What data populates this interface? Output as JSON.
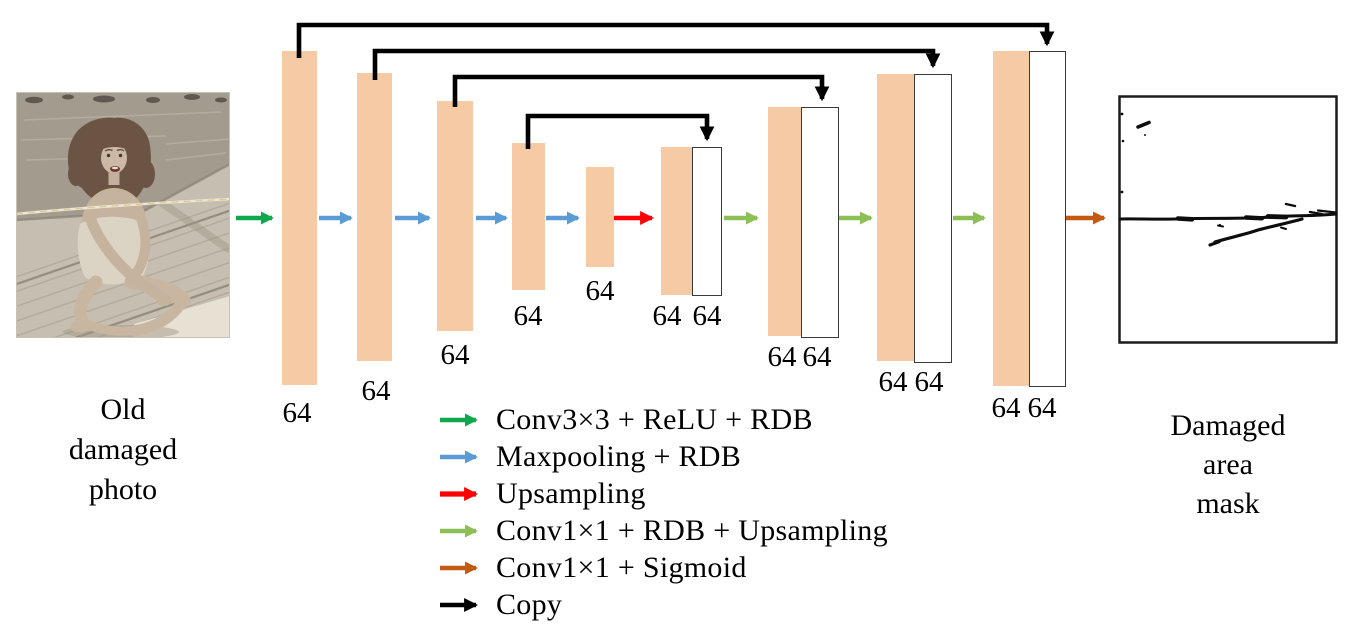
{
  "input_panel": {
    "image_name": "old-damaged-photo",
    "caption": {
      "line1": "Old",
      "line2": "damaged",
      "line3": "photo"
    }
  },
  "output_panel": {
    "image_name": "damaged-area-mask",
    "caption": {
      "line1": "Damaged",
      "line2": "area",
      "line3": "mask"
    }
  },
  "network": {
    "encoder_layers": [
      {
        "filters": "64"
      },
      {
        "filters": "64"
      },
      {
        "filters": "64"
      },
      {
        "filters": "64"
      },
      {
        "filters": "64"
      }
    ],
    "decoder_layers": [
      {
        "conv_filters": "64",
        "copy_filters": "64"
      },
      {
        "conv_filters": "64",
        "copy_filters": "64"
      },
      {
        "conv_filters": "64",
        "copy_filters": "64"
      },
      {
        "conv_filters": "64",
        "copy_filters": "64"
      }
    ]
  },
  "legend": {
    "items": [
      {
        "label": "Conv3×3 + ReLU + RDB",
        "color": "#0FA84E"
      },
      {
        "label": "Maxpooling + RDB",
        "color": "#5B9BD5"
      },
      {
        "label": "Upsampling",
        "color": "#FF0000"
      },
      {
        "label": "Conv1×1 + RDB + Upsampling",
        "color": "#8CC057"
      },
      {
        "label": "Conv1×1 + Sigmoid",
        "color": "#C45911"
      },
      {
        "label": "Copy",
        "color": "#000000"
      }
    ]
  },
  "colors": {
    "feature_map_fill": "#F5CAA5",
    "copied_map_fill": "#FFFFFF",
    "copied_map_border": "#3A3A3A"
  }
}
